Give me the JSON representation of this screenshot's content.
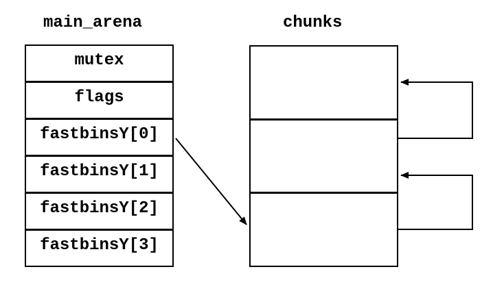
{
  "colors": {
    "background": "#ffffff",
    "line": "#000000",
    "text": "#000000"
  },
  "main_arena": {
    "title": "main_arena",
    "rows": [
      "mutex",
      "flags",
      "fastbinsY[0]",
      "fastbinsY[1]",
      "fastbinsY[2]",
      "fastbinsY[3]"
    ]
  },
  "chunks": {
    "title": "chunks",
    "cell_count": 3
  },
  "arrows": [
    {
      "name": "arrow-fastbinsY0-to-chunk3",
      "from": "fastbinsY[0]",
      "to": "chunk-3"
    },
    {
      "name": "arrow-chunk2-to-chunk1",
      "from": "chunk-2",
      "to": "chunk-1"
    },
    {
      "name": "arrow-chunk3-to-chunk2",
      "from": "chunk-3",
      "to": "chunk-2"
    }
  ]
}
